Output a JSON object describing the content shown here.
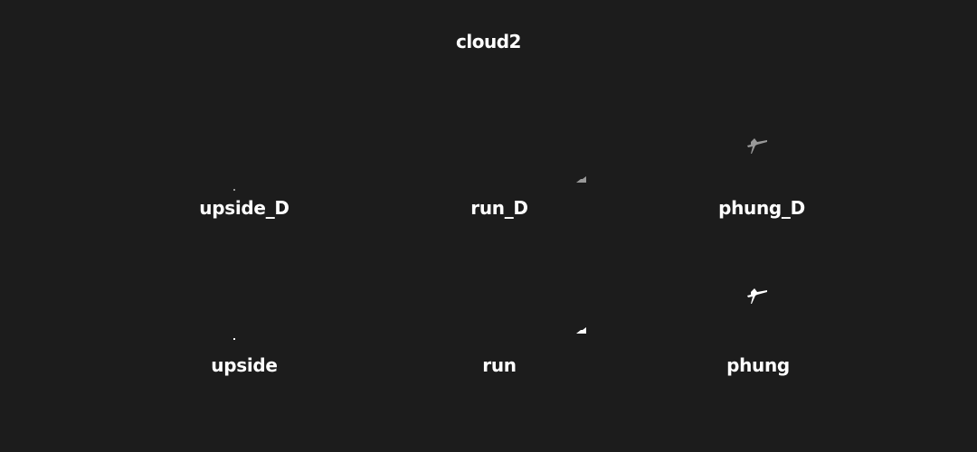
{
  "title": "cloud2",
  "row_dark": {
    "upside": "upside_D",
    "run": "run_D",
    "phung": "phung_D"
  },
  "row_light": {
    "upside": "upside",
    "run": "run",
    "phung": "phung"
  },
  "icons": {
    "upside": "tiny-dot-sprite",
    "run": "small-wedge-sprite",
    "phung": "bird-sprite"
  },
  "colors": {
    "background": "#1c1c1c",
    "text": "#ffffff",
    "dim_sprite": "#8a8a8a"
  }
}
